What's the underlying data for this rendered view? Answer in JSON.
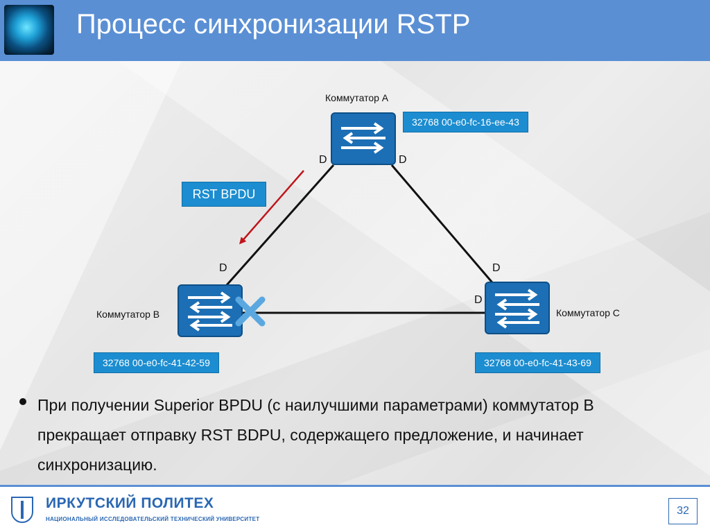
{
  "header": {
    "title": "Процесс синхронизации RSTP",
    "logo_icon": "globe-network-icon"
  },
  "diagram": {
    "switch_a": {
      "label": "Коммутатор A",
      "address": "32768 00-e0-fc-16-ee-43",
      "ports": [
        "D",
        "D"
      ]
    },
    "switch_b": {
      "label": "Коммутатор B",
      "address": "32768 00-e0-fc-41-42-59",
      "ports": [
        "D"
      ]
    },
    "switch_c": {
      "label": "Коммутатор C",
      "address": "32768 00-e0-fc-41-43-69",
      "ports": [
        "D",
        "D"
      ]
    },
    "message": "RST BPDU",
    "blocked_port_icon": "blocked-port-x-icon",
    "colors": {
      "switch": "#1c6fb5",
      "address_box": "#1c8dd0",
      "arrow": "#c0141b",
      "blocked_x": "#5ba8e0"
    }
  },
  "body": {
    "bullet": "При получении Superior BPDU (с наилучшими параметрами) коммутатор B прекращает отправку RST BDPU, содержащего предложение, и начинает синхронизацию."
  },
  "footer": {
    "logo_title": "ИРКУТСКИЙ ПОЛИТЕХ",
    "logo_subtitle": "НАЦИОНАЛЬНЫЙ ИССЛЕДОВАТЕЛЬСКИЙ ТЕХНИЧЕСКИЙ УНИВЕРСИТЕТ",
    "page_number": "32",
    "accent": "#5a8fd4"
  }
}
